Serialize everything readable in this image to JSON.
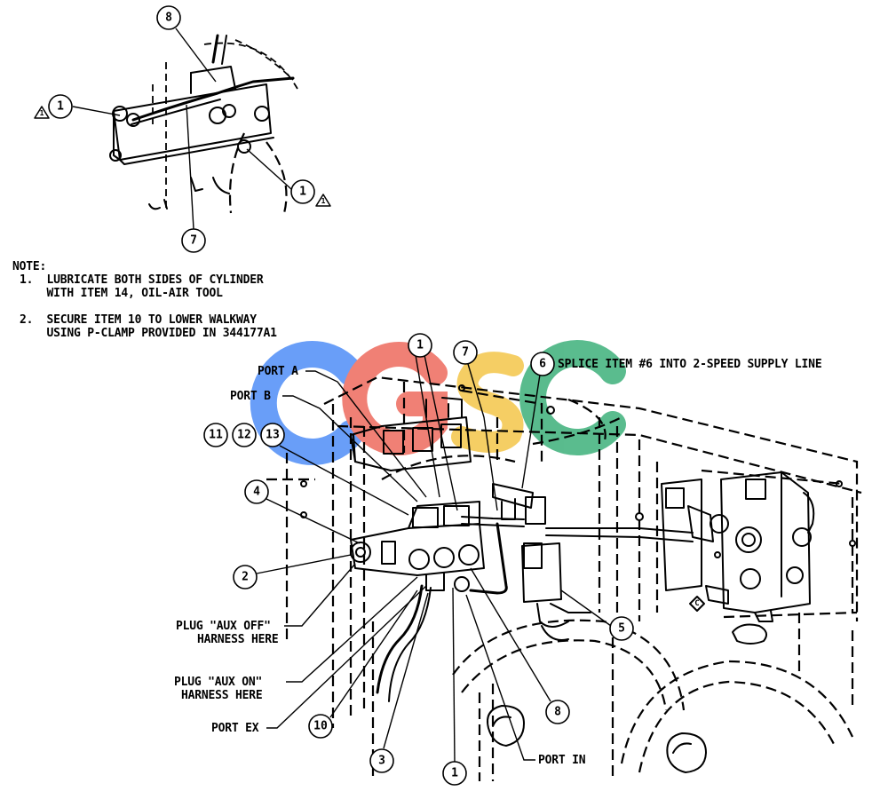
{
  "notes": {
    "heading": "NOTE:",
    "note1_line1": "1.  LUBRICATE BOTH SIDES OF CYLINDER",
    "note1_line2": "    WITH ITEM 14, OIL-AIR TOOL",
    "note2_line1": "2.  SECURE ITEM 10 TO LOWER WALKWAY",
    "note2_line2": "    USING P-CLAMP PROVIDED IN 344177A1"
  },
  "labels": {
    "splice": "SPLICE ITEM #6 INTO 2-SPEED SUPPLY LINE",
    "port_a": "PORT A",
    "port_b": "PORT B",
    "plug_aux_off_1": "PLUG \"AUX OFF\"",
    "plug_aux_off_2": "HARNESS HERE",
    "plug_aux_on_1": "PLUG \"AUX ON\"",
    "plug_aux_on_2": "HARNESS HERE",
    "port_ex": "PORT EX",
    "port_in": "PORT IN"
  },
  "callouts": {
    "top_8": "8",
    "top_1_left": "1",
    "top_1_right": "1",
    "top_7": "7",
    "warn_left": "1",
    "warn_right": "1",
    "c1_top": "1",
    "c7": "7",
    "c6": "6",
    "c11": "11",
    "c12": "12",
    "c13": "13",
    "c4": "4",
    "c2": "2",
    "c5": "5",
    "c10": "10",
    "c3": "3",
    "c8": "8",
    "c1_bottom": "1",
    "c_letter": "C"
  },
  "watermark": {
    "letters": [
      "G",
      "S",
      "C"
    ],
    "colors": {
      "blue": "#4f8ef7",
      "red": "#ee6a5e",
      "yellow": "#f4c64a",
      "green": "#3db07a"
    }
  }
}
